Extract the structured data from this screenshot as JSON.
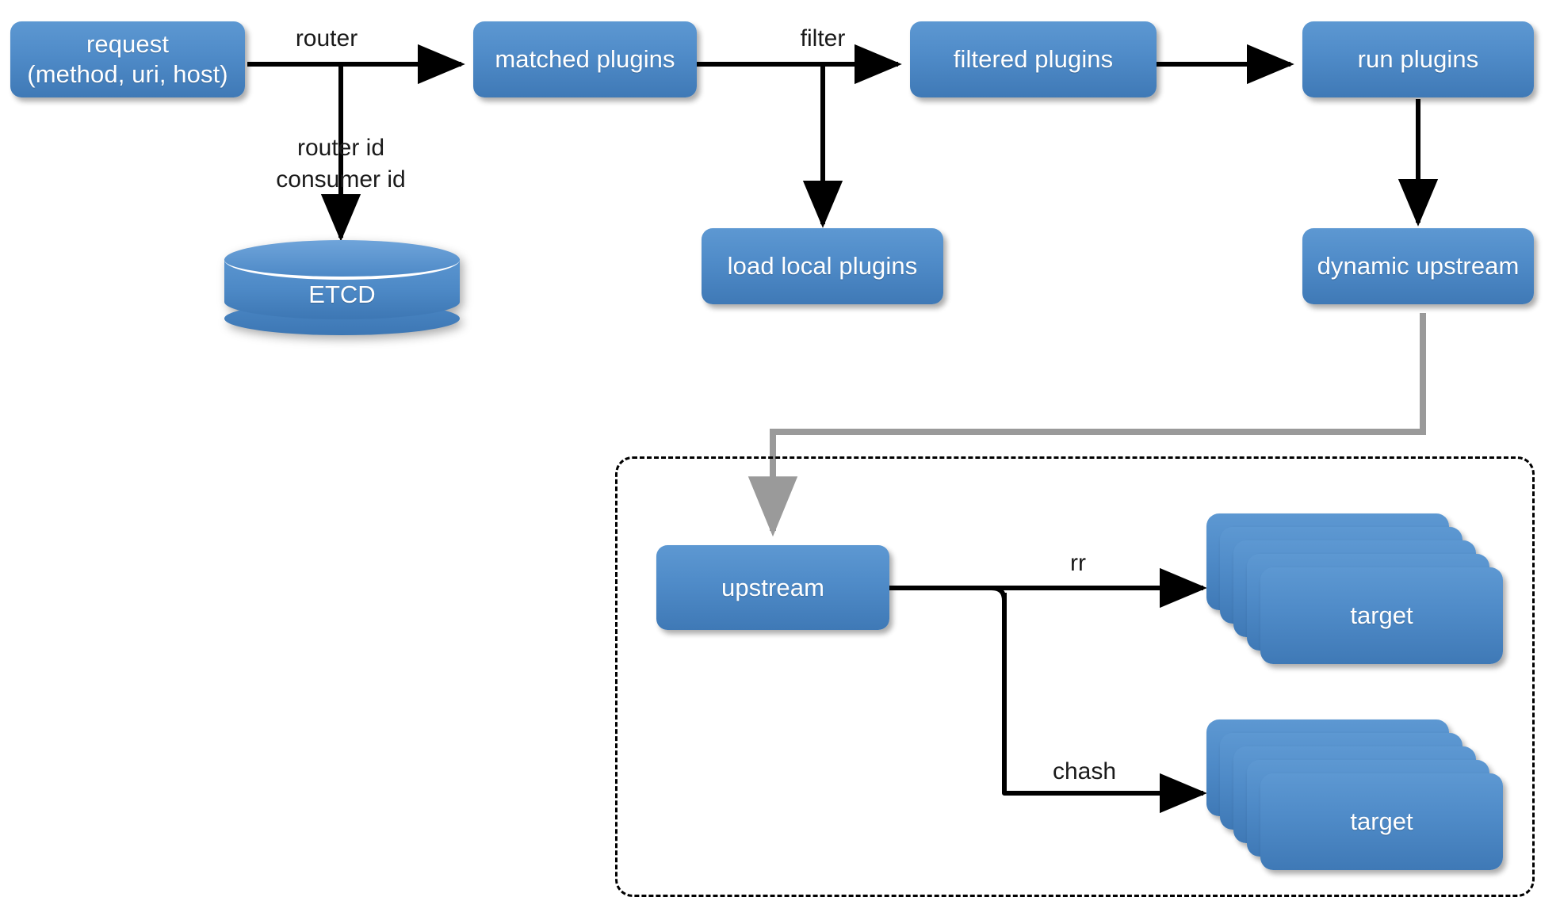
{
  "diagram": {
    "title": "APISIX request processing flow",
    "colors": {
      "node_fill_top": "#5d98d2",
      "node_fill_bottom": "#3f79b6",
      "node_text": "#ffffff",
      "edge_black": "#000000",
      "edge_gray": "#9a9a9a",
      "container_border": "#000000",
      "background": "#ffffff"
    },
    "nodes": {
      "request": {
        "line1": "request",
        "line2": "(method, uri, host)"
      },
      "matched_plugins": {
        "label": "matched plugins"
      },
      "filtered_plugins": {
        "label": "filtered plugins"
      },
      "run_plugins": {
        "label": "run plugins"
      },
      "load_local_plugins": {
        "label": "load local plugins"
      },
      "dynamic_upstream": {
        "label": "dynamic upstream"
      },
      "etcd": {
        "label": "ETCD"
      },
      "upstream": {
        "label": "upstream"
      },
      "target_rr": {
        "label": "target",
        "stack_count": 5
      },
      "target_chash": {
        "label": "target",
        "stack_count": 5
      }
    },
    "edges": {
      "router": {
        "label": "router"
      },
      "router_consumer_id": {
        "line1": "router id",
        "line2": "consumer id"
      },
      "filter": {
        "label": "filter"
      },
      "rr": {
        "label": "rr"
      },
      "chash": {
        "label": "chash"
      }
    }
  }
}
